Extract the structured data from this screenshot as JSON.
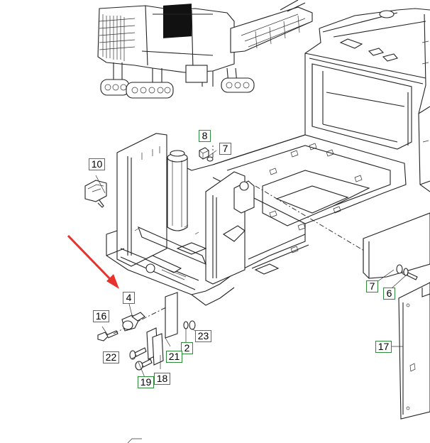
{
  "callouts": {
    "c8": "8",
    "c7a": "7",
    "c10": "10",
    "c7b": "7",
    "c6": "6",
    "c4": "4",
    "c16": "16",
    "c23": "23",
    "c2": "2",
    "c22": "22",
    "c21": "21",
    "c19": "19",
    "c18": "18",
    "c17": "17"
  },
  "colors": {
    "callout_border": "#2e8b3a",
    "arrow": "#e8322d",
    "line": "#222222",
    "machine_window": "#111111"
  },
  "icons": [
    "red-arrow-icon"
  ]
}
